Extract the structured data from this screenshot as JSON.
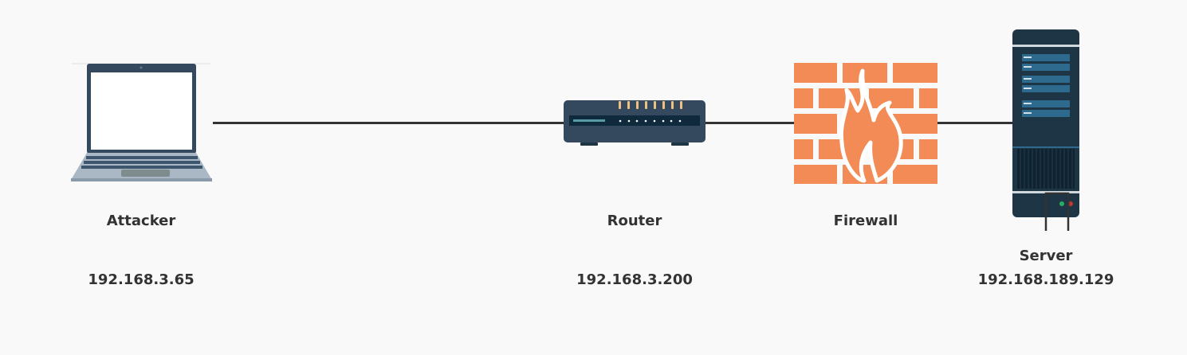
{
  "diagram": {
    "title": "Network topology",
    "nodes": [
      {
        "id": "attacker",
        "name": "Attacker",
        "ip": "192.168.3.65",
        "icon": "laptop-icon"
      },
      {
        "id": "router",
        "name": "Router",
        "ip": "192.168.3.200",
        "icon": "router-icon"
      },
      {
        "id": "firewall",
        "name": "Firewall",
        "ip": "",
        "icon": "firewall-icon"
      },
      {
        "id": "server",
        "name": "Server",
        "ip": "192.168.189.129",
        "icon": "server-icon"
      }
    ],
    "links": [
      {
        "from": "attacker",
        "to": "router"
      },
      {
        "from": "router",
        "to": "firewall"
      },
      {
        "from": "firewall",
        "to": "server"
      }
    ],
    "colors": {
      "background": "#f9f9f9",
      "link": "#333333",
      "text": "#333333",
      "device_dark": "#2c4560",
      "firewall": "#f28b55",
      "router_leds": "#f0c080",
      "server_body": "#1e3545"
    }
  }
}
